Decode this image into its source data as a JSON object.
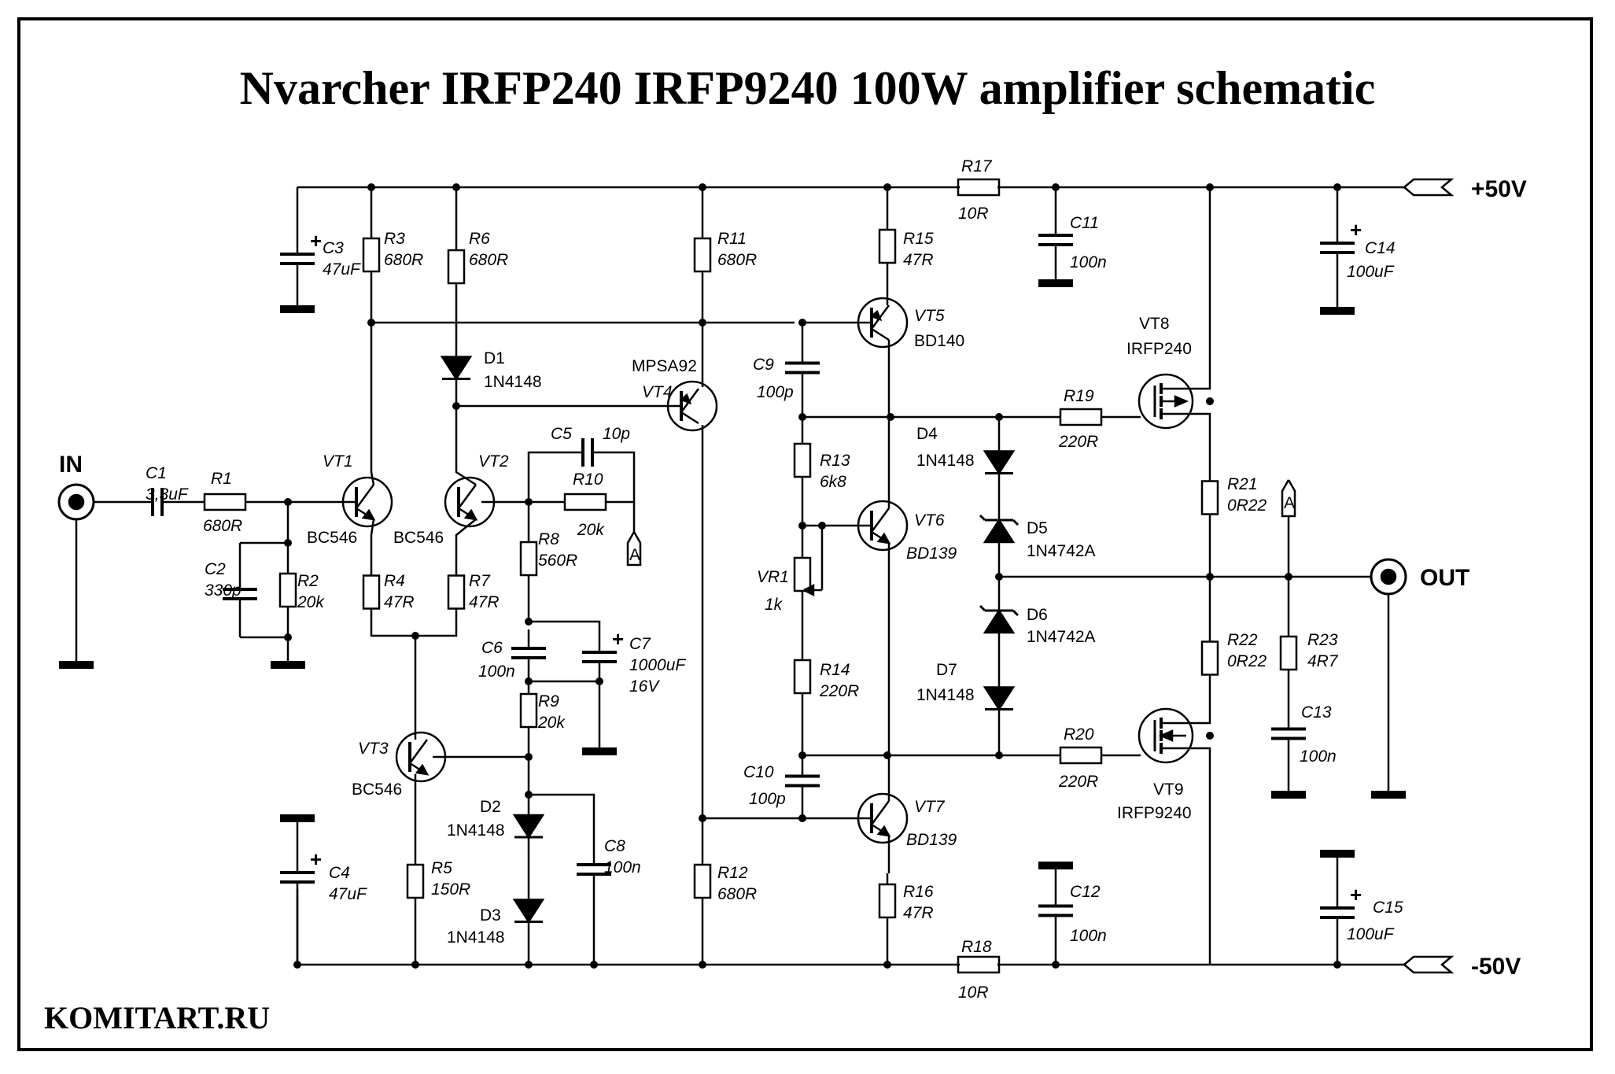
{
  "title": "Nvarcher  IRFP240 IRFP9240 100W amplifier  schematic",
  "credit": "KOMITART.RU",
  "rails": {
    "pos": "+50V",
    "neg": "-50V",
    "input": "IN",
    "output": "OUT"
  },
  "net_ref": "A",
  "components": [
    {
      "id": "c1",
      "ref": "C1",
      "value": "3,3uF"
    },
    {
      "id": "r1",
      "ref": "R1",
      "value": "680R"
    },
    {
      "id": "c2",
      "ref": "C2",
      "value": "330p"
    },
    {
      "id": "r2",
      "ref": "R2",
      "value": "20k"
    },
    {
      "id": "c3",
      "ref": "C3",
      "value": "47uF"
    },
    {
      "id": "r3",
      "ref": "R3",
      "value": "680R"
    },
    {
      "id": "r6",
      "ref": "R6",
      "value": "680R"
    },
    {
      "id": "d1",
      "ref": "D1",
      "value": "1N4148"
    },
    {
      "id": "vt1",
      "ref": "VT1",
      "value": "BC546"
    },
    {
      "id": "vt2",
      "ref": "VT2",
      "value": "BC546"
    },
    {
      "id": "r4",
      "ref": "R4",
      "value": "47R"
    },
    {
      "id": "r7",
      "ref": "R7",
      "value": "47R"
    },
    {
      "id": "vt3",
      "ref": "VT3",
      "value": "BC546"
    },
    {
      "id": "c4",
      "ref": "C4",
      "value": "47uF"
    },
    {
      "id": "r5",
      "ref": "R5",
      "value": "150R"
    },
    {
      "id": "c5",
      "ref": "C5",
      "value": "10p"
    },
    {
      "id": "r10",
      "ref": "R10",
      "value": "20k"
    },
    {
      "id": "r8",
      "ref": "R8",
      "value": "560R"
    },
    {
      "id": "c6",
      "ref": "C6",
      "value": "100n"
    },
    {
      "id": "c7",
      "ref": "C7",
      "value": "1000uF 16V"
    },
    {
      "id": "r9",
      "ref": "R9",
      "value": "20k"
    },
    {
      "id": "d2",
      "ref": "D2",
      "value": "1N4148"
    },
    {
      "id": "d3",
      "ref": "D3",
      "value": "1N4148"
    },
    {
      "id": "c8",
      "ref": "C8",
      "value": "100n"
    },
    {
      "id": "vt4",
      "ref": "VT4",
      "value": "MPSA92"
    },
    {
      "id": "r11",
      "ref": "R11",
      "value": "680R"
    },
    {
      "id": "r12",
      "ref": "R12",
      "value": "680R"
    },
    {
      "id": "c9",
      "ref": "C9",
      "value": "100p"
    },
    {
      "id": "c10",
      "ref": "C10",
      "value": "100p"
    },
    {
      "id": "r13",
      "ref": "R13",
      "value": "6k8"
    },
    {
      "id": "vr1",
      "ref": "VR1",
      "value": "1k"
    },
    {
      "id": "r14",
      "ref": "R14",
      "value": "220R"
    },
    {
      "id": "vt5",
      "ref": "VT5",
      "value": "BD140"
    },
    {
      "id": "vt6",
      "ref": "VT6",
      "value": "BD139"
    },
    {
      "id": "vt7",
      "ref": "VT7",
      "value": "BD139"
    },
    {
      "id": "r15",
      "ref": "R15",
      "value": "47R"
    },
    {
      "id": "r16",
      "ref": "R16",
      "value": "47R"
    },
    {
      "id": "r17",
      "ref": "R17",
      "value": "10R"
    },
    {
      "id": "r18",
      "ref": "R18",
      "value": "10R"
    },
    {
      "id": "c11",
      "ref": "C11",
      "value": "100n"
    },
    {
      "id": "c12",
      "ref": "C12",
      "value": "100n"
    },
    {
      "id": "d4",
      "ref": "D4",
      "value": "1N4148"
    },
    {
      "id": "d5",
      "ref": "D5",
      "value": "1N4742A"
    },
    {
      "id": "d6",
      "ref": "D6",
      "value": "1N4742A"
    },
    {
      "id": "d7",
      "ref": "D7",
      "value": "1N4148"
    },
    {
      "id": "r19",
      "ref": "R19",
      "value": "220R"
    },
    {
      "id": "r20",
      "ref": "R20",
      "value": "220R"
    },
    {
      "id": "vt8",
      "ref": "VT8",
      "value": "IRFP240"
    },
    {
      "id": "vt9",
      "ref": "VT9",
      "value": "IRFP9240"
    },
    {
      "id": "r21",
      "ref": "R21",
      "value": "0R22"
    },
    {
      "id": "r22",
      "ref": "R22",
      "value": "0R22"
    },
    {
      "id": "r23",
      "ref": "R23",
      "value": "4R7"
    },
    {
      "id": "c13",
      "ref": "C13",
      "value": "100n"
    },
    {
      "id": "c14",
      "ref": "C14",
      "value": "100uF"
    },
    {
      "id": "c15",
      "ref": "C15",
      "value": "100uF"
    }
  ]
}
